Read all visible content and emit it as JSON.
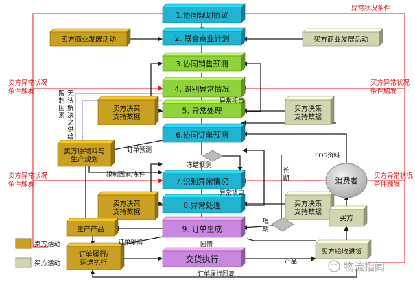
{
  "steps": [
    "1.协同规划协议",
    "2. 联合商业计划",
    "3.协同销售预测",
    "4. 识别异常情况",
    "5. 异常处理",
    "6.协同订单预测",
    "7.识别异常情况",
    "8.异常处理",
    "9. 订单生成"
  ],
  "seller": {
    "dev": "卖方商业发展活动",
    "decision1": [
      "卖方决策",
      "支持数据"
    ],
    "material": [
      "卖方原物料与",
      "生产规划"
    ],
    "decision2": [
      "卖方决策",
      "支持数据"
    ],
    "produce": "生产产品",
    "fulfill": [
      "订单履行/",
      "运送执行"
    ]
  },
  "buyer": {
    "dev": "买方商业发展活动",
    "decision1": [
      "买方决策",
      "支持数据"
    ],
    "decision2": [
      "买方决策",
      "支持数据"
    ],
    "buyer": "买方",
    "inspect": "买方验收进货"
  },
  "delivery": "交货执行",
  "consumer": "消费者",
  "legend": {
    "seller": "卖方活动",
    "buyer": "买方活动"
  },
  "annotations": {
    "abnormal_trigger": "异常状况条件",
    "seller_trigger1": [
      "卖方异常状况",
      "条件触发"
    ],
    "buyer_trigger1": [
      "买方异常状况",
      "条件触发"
    ],
    "seller_trigger2": [
      "卖方异常状况",
      "条件触发"
    ],
    "buyer_trigger2": [
      "买方异常状况",
      "条件触发"
    ],
    "abnormal_item1": "异常项目",
    "abnormal_item2": "异常项目",
    "unsolvable": [
      "无",
      "法",
      "解",
      "决",
      "之",
      "供",
      "给"
    ],
    "constraint": [
      "限",
      "制",
      "因",
      "素"
    ],
    "order_forecast": "订单预测",
    "freeze_forecast": "冻结预测",
    "constraint_cond": "限制因素/条件",
    "long_term": [
      "长",
      "期"
    ],
    "short_term": [
      "短",
      "期"
    ],
    "pos": "POS资料",
    "order_purchase": "订单采购",
    "feedback": "回馈",
    "product": "产品",
    "fulfill_feedback": "订单履行回复"
  },
  "watermark": "物流指闻",
  "colors": {
    "cyan": "#21b3cf",
    "green": "#8ed23c",
    "violet": "#c987e0",
    "seller": "#c9a021",
    "buyer": "#d5d4b1",
    "red": "#e0191b",
    "arrow": "#1c1c1c"
  }
}
